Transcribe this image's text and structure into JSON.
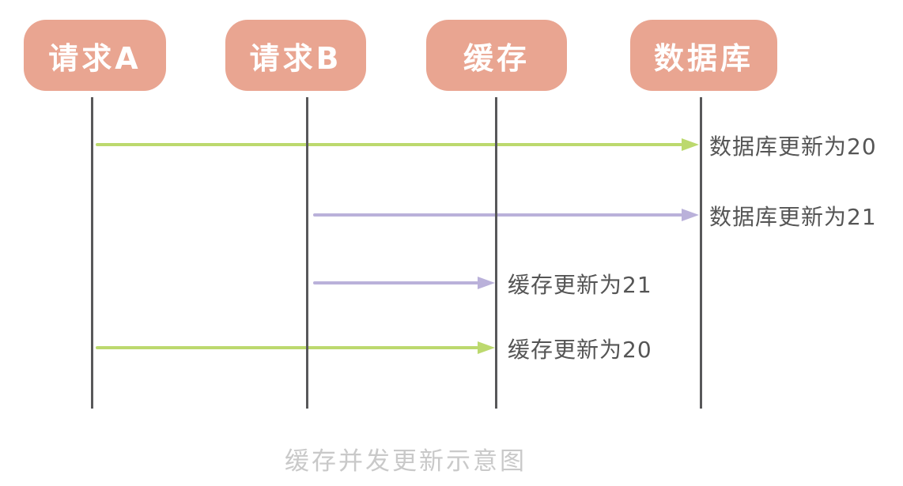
{
  "diagram": {
    "caption": "缓存并发更新示意图",
    "actors": [
      {
        "id": "request-a",
        "label": "请求A"
      },
      {
        "id": "request-b",
        "label": "请求B"
      },
      {
        "id": "cache",
        "label": "缓存"
      },
      {
        "id": "database",
        "label": "数据库"
      }
    ],
    "messages": [
      {
        "from": "request-a",
        "to": "database",
        "label": "数据库更新为20",
        "color": "green"
      },
      {
        "from": "request-b",
        "to": "database",
        "label": "数据库更新为21",
        "color": "purple"
      },
      {
        "from": "request-b",
        "to": "cache",
        "label": "缓存更新为21",
        "color": "purple"
      },
      {
        "from": "request-a",
        "to": "cache",
        "label": "缓存更新为20",
        "color": "green"
      }
    ],
    "colors": {
      "actor_bg": "#e9a591",
      "actor_text": "#ffffff",
      "lifeline": "#58585a",
      "green": "#bcd96e",
      "purple": "#bab1da",
      "message_text": "#555555",
      "caption_text": "#c9c9c9"
    }
  }
}
